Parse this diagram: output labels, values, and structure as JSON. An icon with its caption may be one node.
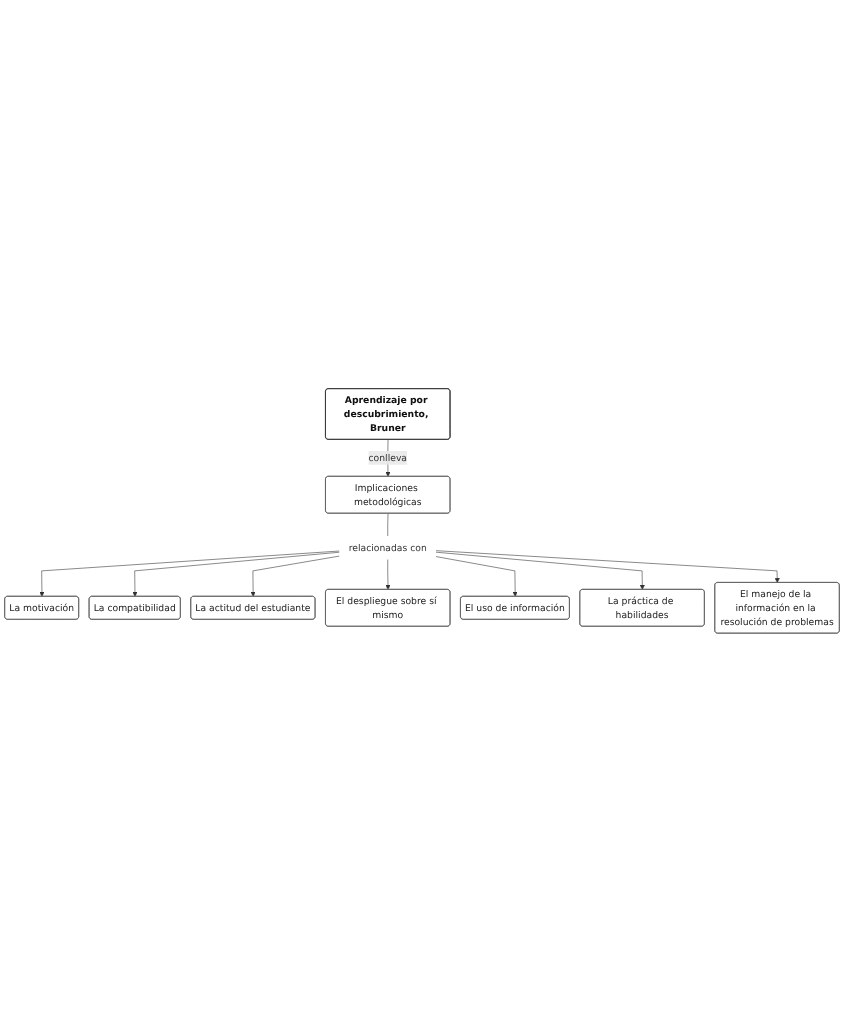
{
  "diagram": {
    "nodes": [
      {
        "text": [
          "Aprendizaje por descubrimiento, Bruner"
        ]
      },
      {
        "text": [
          "Implicaciones metodológicas"
        ]
      },
      {
        "text": [
          "relacionadas con"
        ]
      },
      {
        "text": [
          "La motivación"
        ]
      },
      {
        "text": [
          "La compatibilidad"
        ]
      },
      {
        "text": [
          "La actitud del estudiante"
        ]
      },
      {
        "text": [
          "El despliegue sobre sí mismo"
        ]
      },
      {
        "text": [
          "El uso de información"
        ]
      },
      {
        "text": [
          "La práctica de habilidades"
        ]
      },
      {
        "text": [
          "El manejo de la información en la resolución de problemas"
        ]
      }
    ],
    "edges": [
      {
        "from": 0,
        "to": 1,
        "label": "conlleva",
        "arrow": "to"
      },
      {
        "from": 1,
        "to": 2,
        "arrow": "none"
      },
      {
        "from": 2,
        "to": 3,
        "arrow": "to"
      },
      {
        "from": 2,
        "to": 4,
        "arrow": "to"
      },
      {
        "from": 2,
        "to": 5,
        "arrow": "to"
      },
      {
        "from": 2,
        "to": 6,
        "arrow": "to"
      },
      {
        "from": 2,
        "to": 7,
        "arrow": "to"
      },
      {
        "from": 2,
        "to": 8,
        "arrow": "to"
      },
      {
        "from": 2,
        "to": 9,
        "arrow": "to"
      }
    ]
  }
}
